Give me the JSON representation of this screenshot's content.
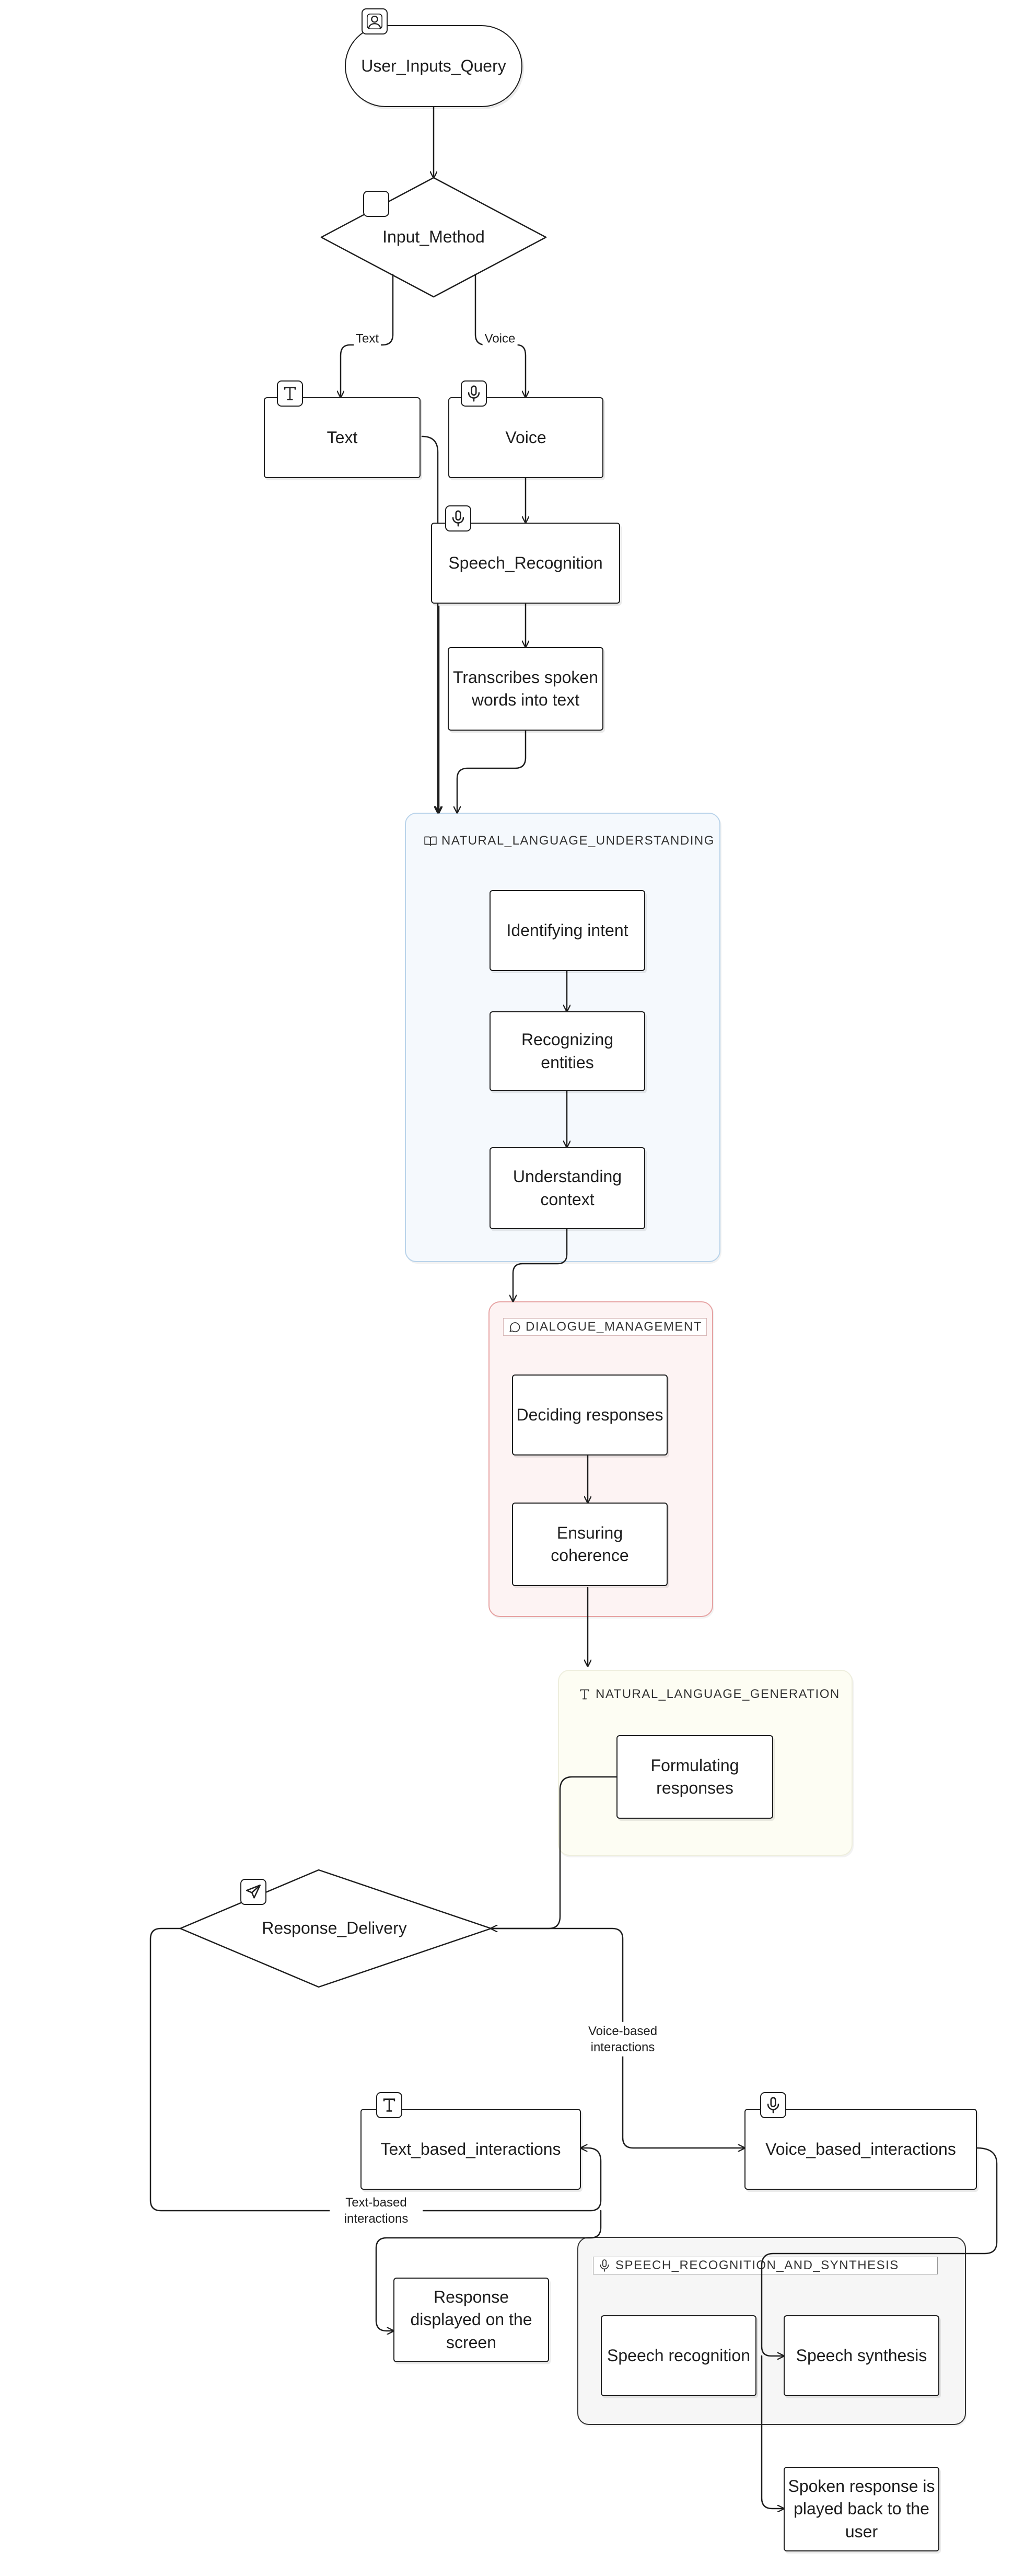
{
  "nodes": {
    "user_inputs_query": "User_Inputs_Query",
    "input_method": "Input_Method",
    "text": "Text",
    "voice": "Voice",
    "speech_recognition": "Speech_Recognition",
    "transcribes": "Transcribes spoken words into text",
    "identifying_intent": "Identifying intent",
    "recognizing_entities": "Recognizing entities",
    "understanding_context": "Understanding context",
    "deciding_responses": "Deciding responses",
    "ensuring_coherence": "Ensuring coherence",
    "formulating_responses": "Formulating responses",
    "response_delivery": "Response_Delivery",
    "text_based_interactions": "Text_based_interactions",
    "voice_based_interactions": "Voice_based_interactions",
    "response_displayed": "Response displayed on the screen",
    "speech_recognition_2": "Speech recognition",
    "speech_synthesis": "Speech synthesis",
    "spoken_response": "Spoken response is played back to the user"
  },
  "groups": {
    "nlu": "NATURAL_LANGUAGE_UNDERSTANDING",
    "dm": "DIALOGUE_MANAGEMENT",
    "nlg": "NATURAL_LANGUAGE_GENERATION",
    "srs": "SPEECH_RECOGNITION_AND_SYNTHESIS"
  },
  "edge_labels": {
    "text": "Text",
    "voice": "Voice",
    "voice_based": "Voice-based interactions",
    "text_based": "Text-based interactions"
  },
  "icons": {
    "user_inputs_query": "user-icon",
    "input_method": "blank-icon",
    "text": "type-icon",
    "voice": "microphone-icon",
    "speech_recognition": "microphone-icon",
    "nlu": "book-icon",
    "dm": "chat-bubble-icon",
    "nlg": "type-icon",
    "response_delivery": "send-icon",
    "text_based_interactions": "type-icon",
    "voice_based_interactions": "microphone-icon",
    "srs": "microphone-icon"
  },
  "colors": {
    "nlu_fill": "#f5f9fd",
    "nlu_border": "#b9d3ea",
    "dm_fill": "#fdf3f3",
    "dm_border": "#e6a3a3",
    "nlg_fill": "#fdfdf3",
    "srs_fill": "#f6f6f6",
    "stroke": "#1e1e1e"
  }
}
